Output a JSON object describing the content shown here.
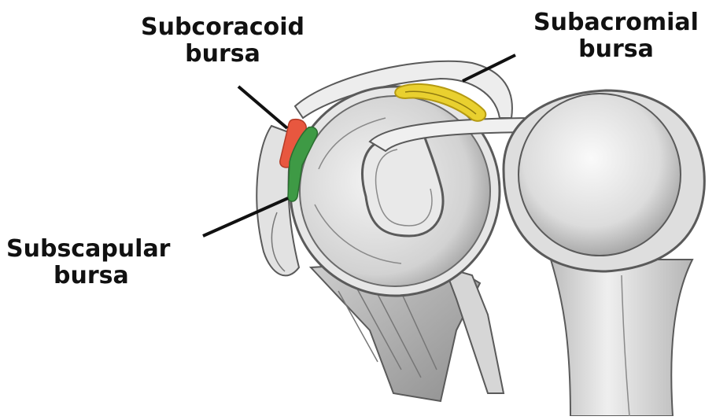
{
  "labels": {
    "subcoracoid": {
      "line1": "Subcoracoid",
      "line2": "bursa"
    },
    "subacromial": {
      "line1": "Subacromial",
      "line2": "bursa"
    },
    "subscapular": {
      "line1": "Subscapular",
      "line2": "bursa"
    }
  },
  "colors": {
    "subcoracoid_bursa": "#e8573f",
    "subacromial_bursa": "#e9d02f",
    "subscapular_bursa": "#3e9a45",
    "bone": "#e9e9e9",
    "outline": "#5a5a5a",
    "label_text": "#111111"
  }
}
